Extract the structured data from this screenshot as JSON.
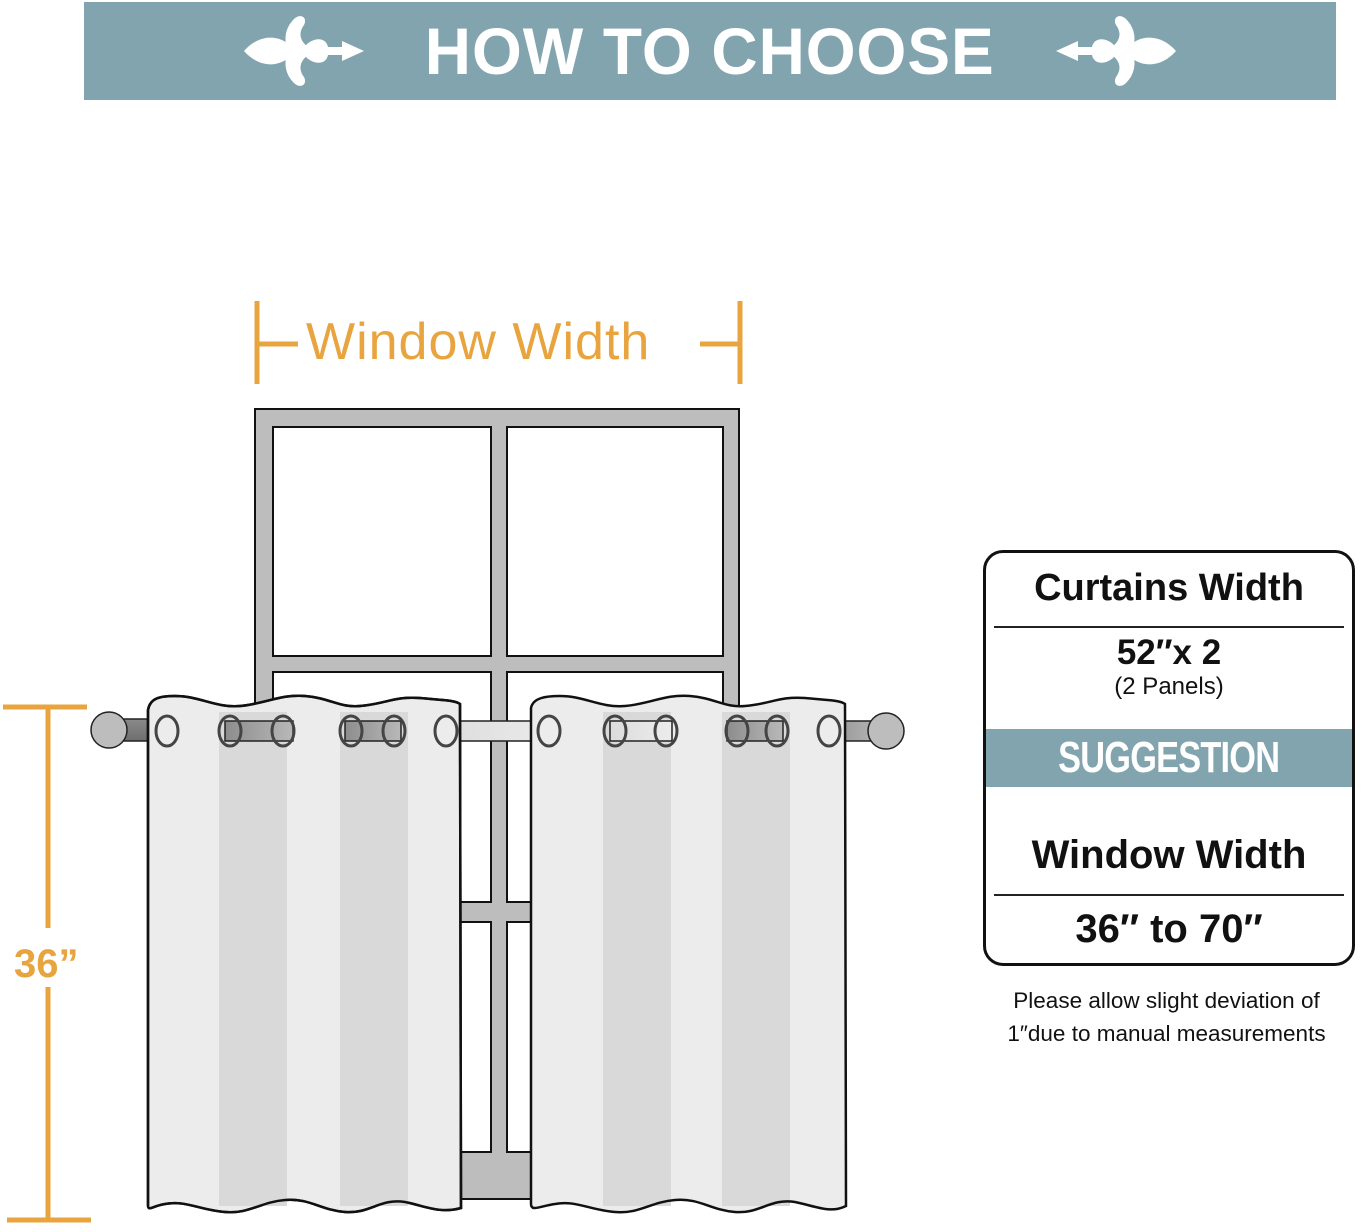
{
  "banner": {
    "title": "HOW TO CHOOSE",
    "background_color": "#82a4ae",
    "left_icon": "fleur-de-lis-icon",
    "right_icon": "fleur-de-lis-icon"
  },
  "diagram": {
    "window_width_label": "Window Width",
    "curtain_length_label": "36”",
    "measure_color": "#e8a43e",
    "panels": 2,
    "grommets_per_panel": 6
  },
  "spec_card": {
    "curtains_width_heading": "Curtains Width",
    "curtains_width_value": "52″x 2",
    "curtains_width_note": "(2 Panels)",
    "suggestion_label": "SUGGESTION",
    "window_width_heading": "Window Width",
    "window_width_value": "36″ to 70″"
  },
  "footnote": {
    "line1": "Please allow slight deviation of",
    "line2": "1″due to manual measurements"
  }
}
